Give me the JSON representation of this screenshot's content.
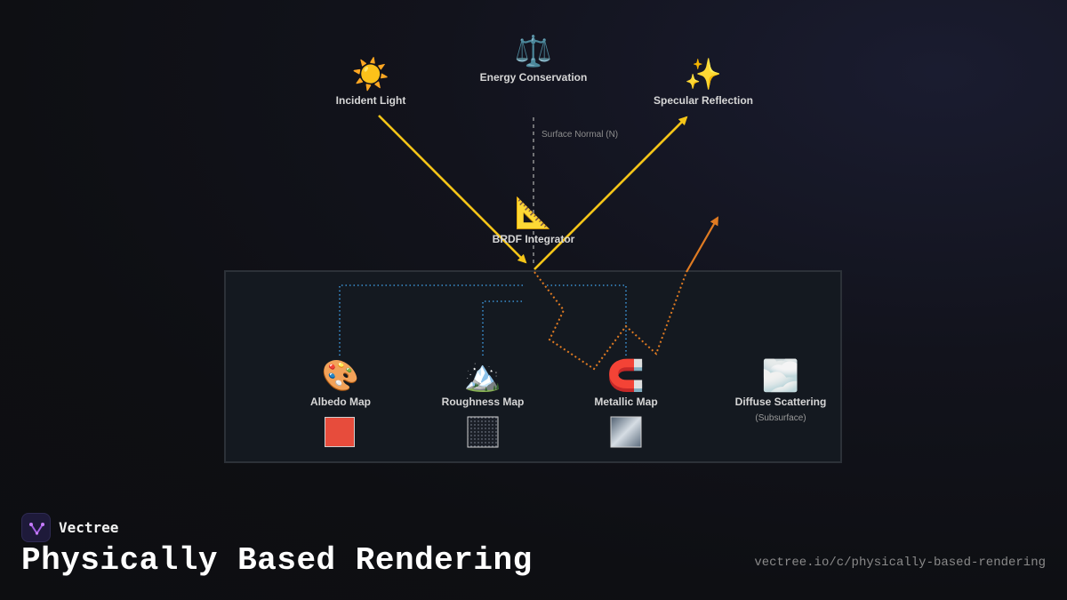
{
  "nodes": {
    "incident_light": {
      "emoji": "☀️",
      "label": "Incident Light"
    },
    "energy_conservation": {
      "emoji": "⚖️",
      "label": "Energy Conservation"
    },
    "specular_reflection": {
      "emoji": "✨",
      "label": "Specular Reflection"
    },
    "brdf_integrator": {
      "emoji": "📐",
      "label": "BRDF Integrator"
    },
    "albedo_map": {
      "emoji": "🎨",
      "label": "Albedo Map"
    },
    "roughness_map": {
      "emoji": "🏔️",
      "label": "Roughness Map"
    },
    "metallic_map": {
      "emoji": "🧲",
      "label": "Metallic Map"
    },
    "diffuse_scattering": {
      "emoji": "🌫️",
      "label": "Diffuse Scattering",
      "sublabel": "(Subsurface)"
    }
  },
  "surface_normal_label": "Surface Normal (N)",
  "colors": {
    "specular_ray": "#f5c518",
    "diffuse_ray": "#e07b22",
    "normal_line": "#9a9a9a",
    "map_connector": "#3a8fd0",
    "albedo_swatch": "#e74c3c"
  },
  "footer": {
    "brand": "Vectree",
    "title": "Physically Based Rendering",
    "url": "vectree.io/c/physically-based-rendering"
  }
}
